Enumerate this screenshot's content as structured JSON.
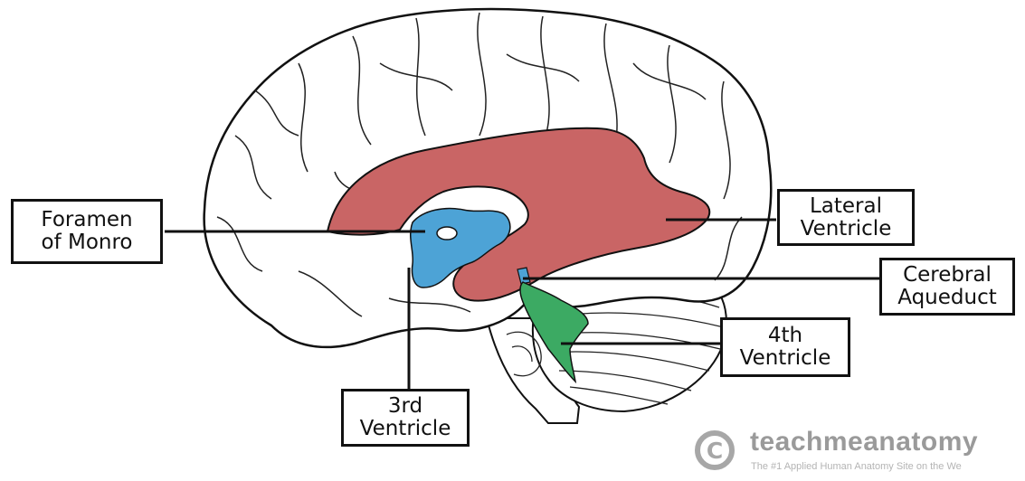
{
  "labels": {
    "foramen_line1": "Foramen",
    "foramen_line2": "of Monro",
    "lateral_line1": "Lateral",
    "lateral_line2": "Ventricle",
    "aqueduct_line1": "Cerebral",
    "aqueduct_line2": "Aqueduct",
    "fourth_line1": "4th",
    "fourth_line2": "Ventricle",
    "third_line1": "3rd",
    "third_line2": "Ventricle"
  },
  "watermark": {
    "symbol": "C",
    "name": "teachmeanatomy",
    "tagline": "The #1 Applied Human Anatomy Site on the We"
  },
  "colors": {
    "lateral_ventricle": "#c96565",
    "third_ventricle": "#4da3d6",
    "fourth_ventricle": "#3caa63",
    "outline": "#111111",
    "watermark": "#a7a7a7"
  }
}
